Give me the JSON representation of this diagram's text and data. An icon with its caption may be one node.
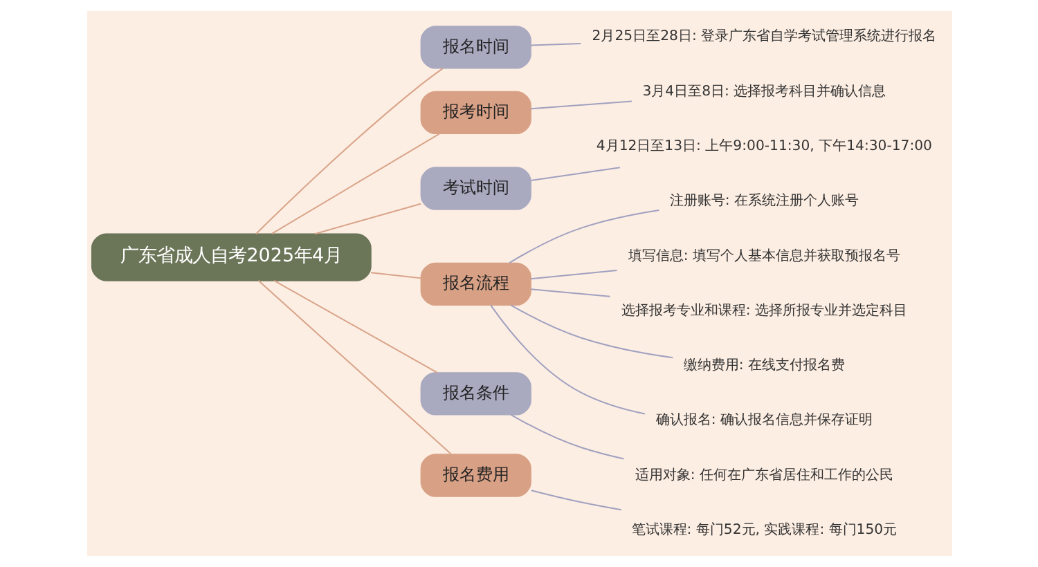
{
  "diagram": {
    "nodes": [
      {
        "text": [
          "广东省成人自考2025年4月"
        ]
      },
      {
        "text": [
          "报名时间"
        ]
      },
      {
        "text": [
          "2月25日至28日: 登录广东省自学考试管理系统进行报名"
        ]
      },
      {
        "text": [
          "报考时间"
        ]
      },
      {
        "text": [
          "3月4日至8日: 选择报考科目并确认信息"
        ]
      },
      {
        "text": [
          "考试时间"
        ]
      },
      {
        "text": [
          "4月12日至13日: 上午9:00-11:30, 下午14:30-17:00"
        ]
      },
      {
        "text": [
          "报名流程"
        ]
      },
      {
        "text": [
          "注册账号: 在系统注册个人账号"
        ]
      },
      {
        "text": [
          "填写信息: 填写个人基本信息并获取预报名号"
        ]
      },
      {
        "text": [
          "选择报考专业和课程: 选择所报专业并选定科目"
        ]
      },
      {
        "text": [
          "缴纳费用: 在线支付报名费"
        ]
      },
      {
        "text": [
          "确认报名: 确认报名信息并保存证明"
        ]
      },
      {
        "text": [
          "报名条件"
        ]
      },
      {
        "text": [
          "适用对象: 任何在广东省居住和工作的公民"
        ]
      },
      {
        "text": [
          "报名费用"
        ]
      },
      {
        "text": [
          "笔试课程: 每门52元, 实践课程: 每门150元"
        ]
      }
    ],
    "edges": [
      {
        "from": 0,
        "to": 1,
        "arrow": "none",
        "color": "#d9a48a"
      },
      {
        "from": 1,
        "to": 2,
        "arrow": "none"
      },
      {
        "from": 0,
        "to": 3,
        "arrow": "none",
        "color": "#d9a48a"
      },
      {
        "from": 3,
        "to": 4,
        "arrow": "none"
      },
      {
        "from": 0,
        "to": 5,
        "arrow": "none",
        "color": "#d9a48a"
      },
      {
        "from": 5,
        "to": 6,
        "arrow": "none"
      },
      {
        "from": 0,
        "to": 7,
        "arrow": "none",
        "color": "#d9a48a"
      },
      {
        "from": 7,
        "to": 8,
        "arrow": "none"
      },
      {
        "from": 7,
        "to": 9,
        "arrow": "none"
      },
      {
        "from": 7,
        "to": 10,
        "arrow": "none"
      },
      {
        "from": 7,
        "to": 11,
        "arrow": "none"
      },
      {
        "from": 7,
        "to": 12,
        "arrow": "none"
      },
      {
        "from": 0,
        "to": 13,
        "arrow": "none",
        "color": "#d9a48a"
      },
      {
        "from": 13,
        "to": 14,
        "arrow": "none"
      },
      {
        "from": 0,
        "to": 15,
        "arrow": "none",
        "color": "#d9a48a"
      },
      {
        "from": 15,
        "to": 16,
        "arrow": "none"
      }
    ]
  }
}
